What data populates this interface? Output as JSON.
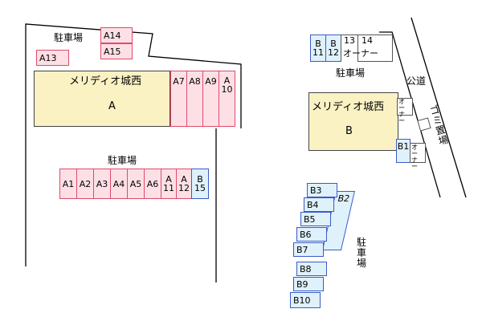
{
  "colors": {
    "pink_fill": "#fde0e6",
    "pink_border": "#e04a6a",
    "blue_fill": "#dff1fb",
    "blue_border": "#3b5bc8",
    "building_fill": "#fbf2c4"
  },
  "labels": {
    "parking_top_left": "駐車場",
    "parking_middle": "駐車場",
    "parking_right_top": "駐車場",
    "parking_right_vertical": "駐車場",
    "public_road": "公道",
    "garbage_area": "ゴミ置場",
    "owner_small": "オーナー"
  },
  "buildings": {
    "a": {
      "name": "メリディオ城西",
      "code": "A"
    },
    "b": {
      "name": "メリディオ城西",
      "code": "B"
    }
  },
  "spaces": {
    "A1": "A1",
    "A2": "A2",
    "A3": "A3",
    "A4": "A4",
    "A5": "A5",
    "A6": "A6",
    "A7": "A7",
    "A8": "A8",
    "A9": "A9",
    "A10": [
      "A",
      "10"
    ],
    "A11": [
      "A",
      "11"
    ],
    "A12": [
      "A",
      "12"
    ],
    "A13": "A13",
    "A14": "A14",
    "A15": "A15",
    "B1": "B1",
    "B2": "B2",
    "B3": "B3",
    "B4": "B4",
    "B5": "B5",
    "B6": "B6",
    "B7": "B7",
    "B8": "B8",
    "B9": "B9",
    "B10": "B10",
    "B11": [
      "B",
      "11"
    ],
    "B12": [
      "B",
      "12"
    ],
    "B15": [
      "B",
      "15"
    ],
    "S13": "13",
    "S14": "14",
    "owner_top": "オーナー"
  }
}
